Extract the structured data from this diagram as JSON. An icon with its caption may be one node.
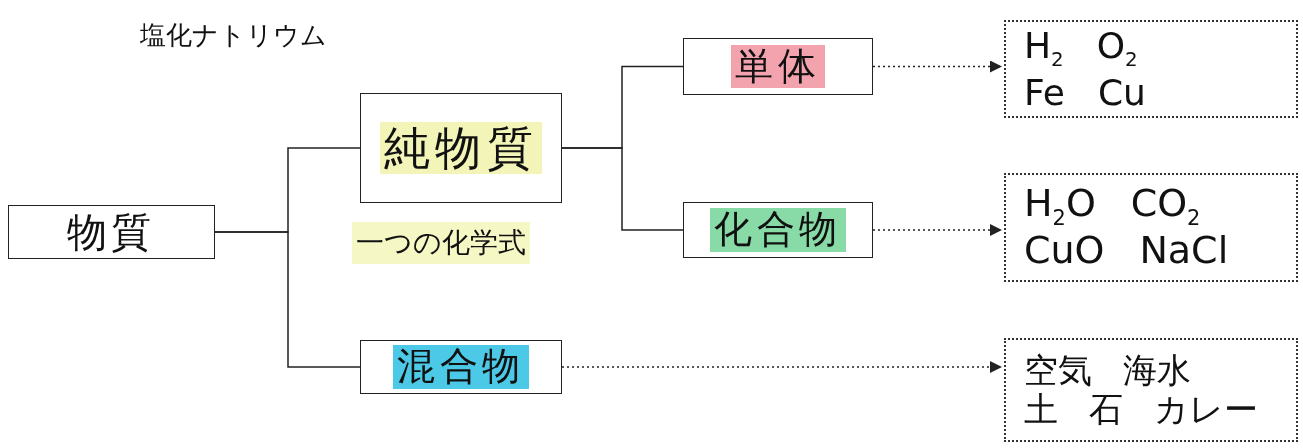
{
  "diagram": {
    "nodes": [
      {
        "text": [
          "物質"
        ]
      },
      {
        "text": [
          "純物質"
        ],
        "beside": [
          "一つの化学式"
        ]
      },
      {
        "text": [
          "混合物"
        ]
      },
      {
        "text": [
          "単体"
        ]
      },
      {
        "text": [
          "化合物"
        ]
      },
      {
        "text": [
          "H$_{2}$ O$_{2}$",
          "Fe Cu"
        ]
      },
      {
        "text": [
          "H$_{2}$O CO$_{2}$",
          "CuO NaCl"
        ]
      },
      {
        "text": [
          "空気 海水",
          "土 石 カレー"
        ]
      }
    ],
    "edges": [
      {
        "from": 0,
        "to": 1,
        "arrow": "none"
      },
      {
        "from": 0,
        "to": 2,
        "arrow": "none"
      },
      {
        "from": 1,
        "to": 3,
        "arrow": "none"
      },
      {
        "from": 1,
        "to": 4,
        "arrow": "none"
      },
      {
        "from": 3,
        "to": 5,
        "arrow": "to",
        "style": "dashed"
      },
      {
        "from": 4,
        "to": 6,
        "arrow": "to",
        "style": "dashed"
      },
      {
        "from": 2,
        "to": 7,
        "arrow": "to",
        "style": "dashed"
      }
    ],
    "labels": [
      "塩化ナトリウム"
    ]
  }
}
